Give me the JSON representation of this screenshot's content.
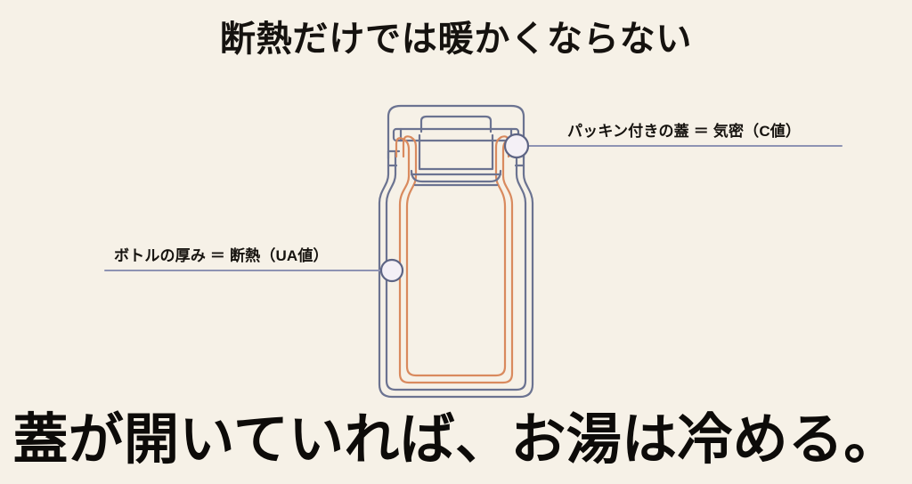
{
  "slide": {
    "background_color": "#f6f1e7",
    "title": "断熱だけでは暖かくならない",
    "caption": "蓋が開いていれば、お湯は冷める。"
  },
  "callouts": [
    {
      "id": "lid-airtightness",
      "text": "パッキン付きの蓋 ＝ 気密（C値）",
      "position": "top-right",
      "marker": "circle-node",
      "line_color": "#8e93b3"
    },
    {
      "id": "wall-insulation",
      "text": "ボトルの厚み ＝ 断熱（UA値）",
      "position": "middle-left",
      "marker": "circle-node",
      "line_color": "#8e93b3"
    }
  ],
  "diagram": {
    "name": "vacuum-flask",
    "outer_wall_color": "#6b7391",
    "inner_wall_color": "#d98a5e",
    "marker_fill": "#f4f0f6",
    "marker_stroke": "#5d6484",
    "fill_color": "#f6f1e7",
    "parts": [
      "cap-outer",
      "gasket-band",
      "cap-inner-body",
      "neck-collar",
      "bottle-outer-wall",
      "bottle-inner-wall"
    ]
  }
}
